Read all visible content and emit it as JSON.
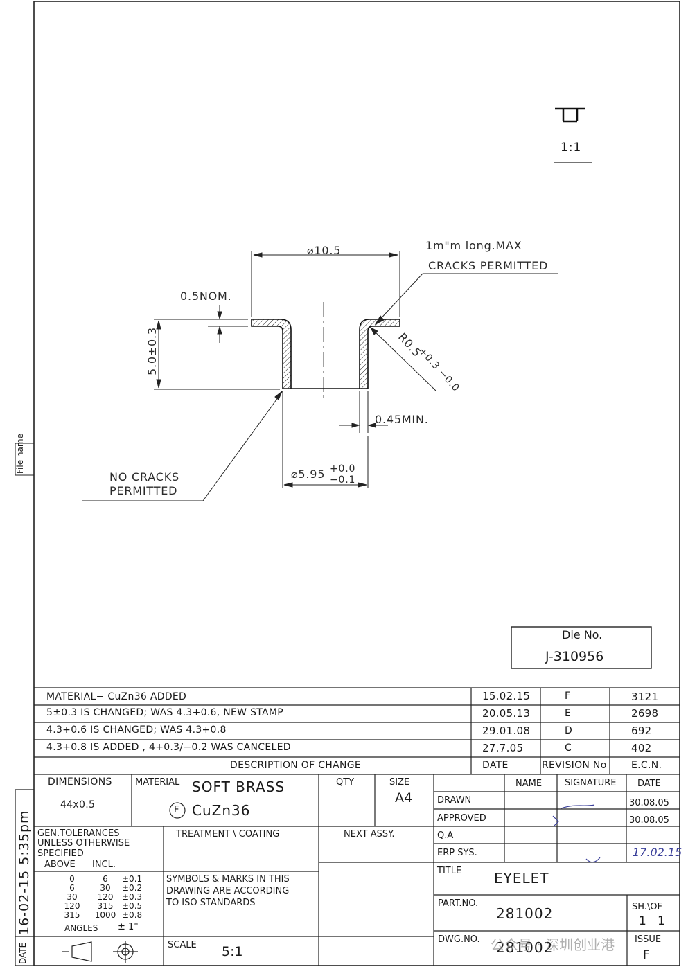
{
  "sidebar": {
    "file_name_label": "File name",
    "date_label": "DATE",
    "date_value": "16-02-15 5:35pm"
  },
  "projection": {
    "scale_label": "1:1"
  },
  "drawing": {
    "dia_top": "⌀10.5",
    "crack_note_line1": "1m\"m long.MAX",
    "crack_note_line2": "CRACKS PERMITTED",
    "thickness": "0.5NOM.",
    "height": "5.0±0.3",
    "radius_main": "R0.5",
    "radius_tol": "+0.3 −0.0",
    "wall_min": "0.45MIN.",
    "dia_bottom": "⌀5.95",
    "dia_bottom_tol_upper": "+0.0",
    "dia_bottom_tol_lower": "−0.1",
    "no_cracks_line1": "NO CRACKS",
    "no_cracks_line2": "PERMITTED"
  },
  "die": {
    "label": "Die No.",
    "value": "J-310956"
  },
  "revisions": {
    "rows": [
      {
        "description": "MATERIAL− CuZn36 ADDED",
        "date": "15.02.15",
        "rev": "F",
        "ecn": "3121"
      },
      {
        "description": "5±0.3 IS CHANGED; WAS 4.3+0.6, NEW STAMP",
        "date": "20.05.13",
        "rev": "E",
        "ecn": "2698"
      },
      {
        "description": "4.3+0.6 IS CHANGED; WAS 4.3+0.8",
        "date": "29.01.08",
        "rev": "D",
        "ecn": "692"
      },
      {
        "description": "4.3+0.8 IS ADDED , 4+0.3/−0.2 WAS CANCELED",
        "date": "27.7.05",
        "rev": "C",
        "ecn": "402"
      }
    ],
    "header": {
      "description": "DESCRIPTION OF CHANGE",
      "date": "DATE",
      "rev": "REVISION No",
      "ecn": "E.C.N."
    }
  },
  "title_block": {
    "dimensions_label": "DIMENSIONS",
    "dimensions_value": "44x0.5",
    "material_label": "MATERIAL",
    "material_value": "SOFT BRASS",
    "material_code_marker": "F",
    "material_code": "CuZn36",
    "qty_label": "QTY",
    "size_label": "SIZE",
    "size_value": "A4",
    "name_label": "NAME",
    "signature_label": "SIGNATURE",
    "date_label": "DATE",
    "drawn_label": "DRAWN",
    "drawn_date": "30.08.05",
    "approved_label": "APPROVED",
    "approved_date": "30.08.05",
    "qa_label": "Q.A",
    "erp_label": "ERP SYS.",
    "erp_date": "17.02.15",
    "gen_tol_line1": "GEN.TOLERANCES",
    "gen_tol_line2": "UNLESS OTHERWISE",
    "gen_tol_line3": "SPECIFIED",
    "above_label": "ABOVE",
    "incl_label": "INCL.",
    "tolerances": [
      {
        "above": "0",
        "incl": "6",
        "tol": "±0.1"
      },
      {
        "above": "6",
        "incl": "30",
        "tol": "±0.2"
      },
      {
        "above": "30",
        "incl": "120",
        "tol": "±0.3"
      },
      {
        "above": "120",
        "incl": "315",
        "tol": "±0.5"
      },
      {
        "above": "315",
        "incl": "1000",
        "tol": "±0.8"
      }
    ],
    "angles_label": "ANGLES",
    "angles_value": "± 1°",
    "treatment_label": "TREATMENT \\ COATING",
    "next_assy_label": "NEXT ASSY.",
    "symbols_line1": "SYMBOLS & MARKS IN THIS",
    "symbols_line2": "DRAWING ARE ACCORDING",
    "symbols_line3": "TO ISO STANDARDS",
    "scale_label": "SCALE",
    "scale_value": "5:1",
    "title_label": "TITLE",
    "title_value": "EYELET",
    "part_no_label": "PART.NO.",
    "part_no_value": "281002",
    "sheet_label": "SH.\\OF",
    "sheet_value": "1   1",
    "dwg_no_label": "DWG.NO.",
    "dwg_no_value": "281002",
    "issue_label": "ISSUE",
    "issue_value": "F"
  },
  "watermark": "公众号 · 深圳创业港"
}
